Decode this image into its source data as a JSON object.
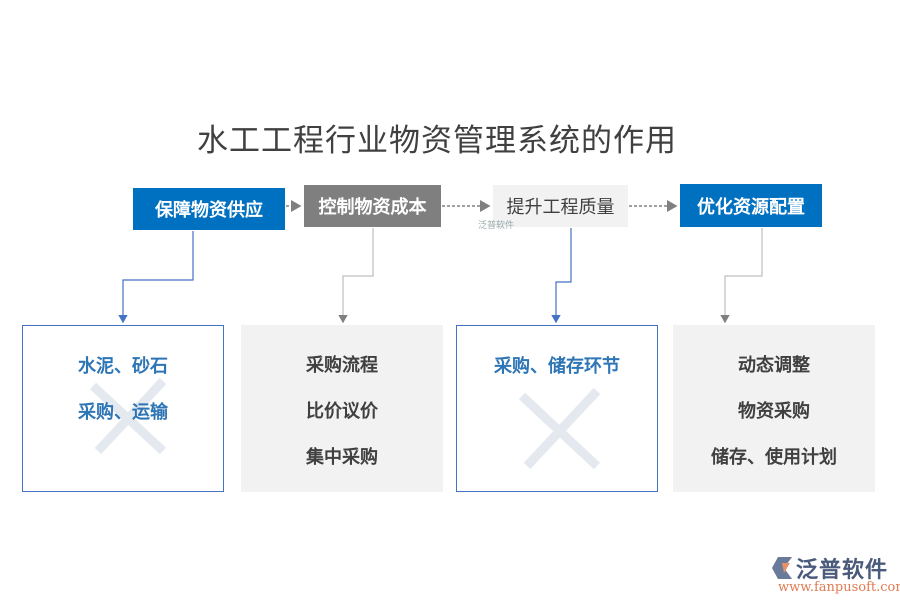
{
  "title": "水工工程行业物资管理系统的作用",
  "steps": [
    {
      "label": "保障物资供应",
      "items": [
        "水泥、砂石",
        "采购、运输"
      ]
    },
    {
      "label": "控制物资成本",
      "items": [
        "采购流程",
        "比价议价",
        "集中采购"
      ]
    },
    {
      "label": "提升工程质量",
      "items": [
        "采购、储存环节"
      ]
    },
    {
      "label": "优化资源配置",
      "items": [
        "动态调整",
        "物资采购",
        "储存、使用计划"
      ]
    }
  ],
  "colors": {
    "blue": "#0070C0",
    "gray": "#7F7F7F",
    "light": "#F2F2F2"
  },
  "watermark": {
    "brand": "泛普软件",
    "url": "www.fanpusoft.com"
  }
}
